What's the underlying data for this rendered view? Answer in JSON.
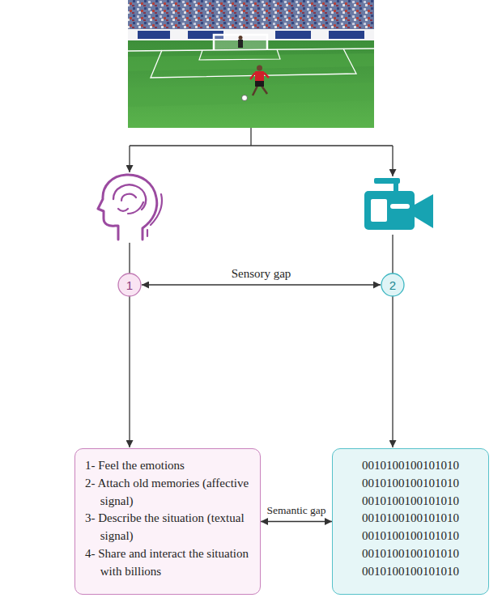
{
  "diagram": {
    "nodes": [
      {
        "text": [
          "1"
        ]
      },
      {
        "text": [
          "2"
        ]
      },
      {
        "text": [
          "1- Feel the emotions",
          "2- Attach old memories (affective signal)",
          "3- Describe the situation (textual signal)",
          "4- Share and interact the situation with billions"
        ]
      },
      {
        "text": [
          "0010100100101010",
          "0010100100101010",
          "0010100100101010",
          "0010100100101010",
          "0010100100101010",
          "0010100100101010",
          "0010100100101010"
        ]
      }
    ],
    "edges": [
      {
        "from": 0,
        "to": 1,
        "arrow": "both",
        "label": "Sensory gap"
      },
      {
        "from": 2,
        "to": 3,
        "arrow": "both",
        "label": "Semantic gap"
      }
    ]
  }
}
